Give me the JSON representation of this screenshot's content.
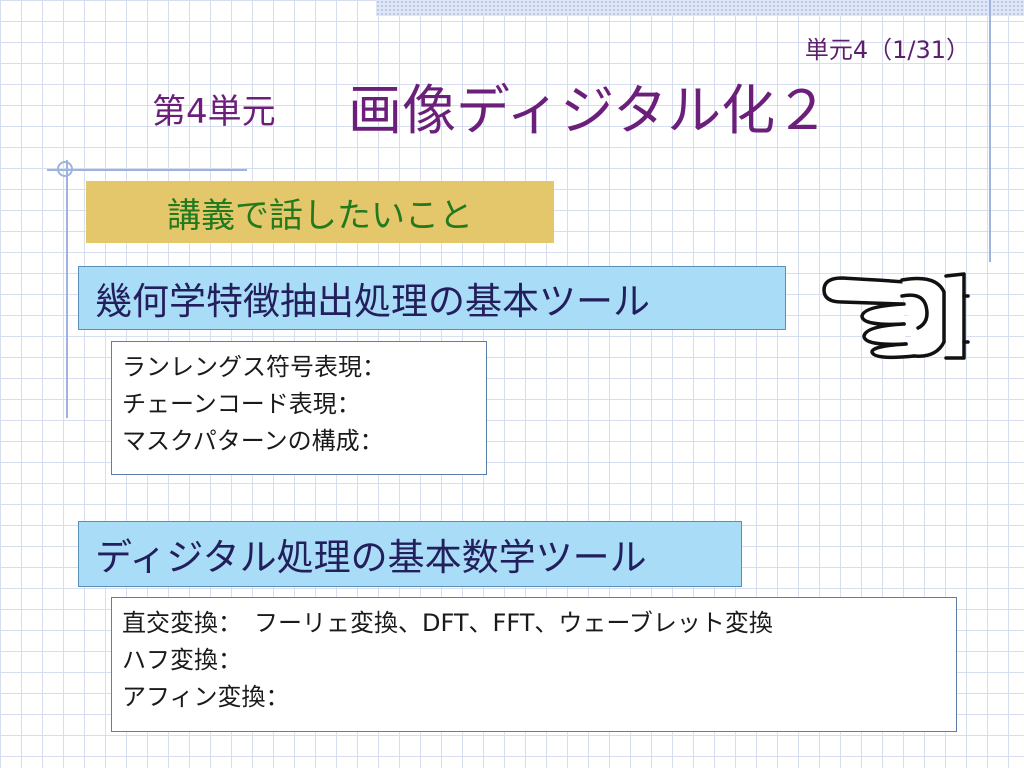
{
  "slide": {
    "page_number": "単元4（1/31）",
    "unit_label": "第4単元",
    "title": "画像ディジタル化２",
    "lecture_label": "講義で話したいこと"
  },
  "sections": [
    {
      "header": "幾何学特徴抽出処理の基本ツール",
      "items": [
        "ランレングス符号表現：",
        "チェーンコード表現：",
        "マスクパターンの構成："
      ]
    },
    {
      "header": "ディジタル処理の基本数学ツール",
      "items": [
        "直交変換：　フーリェ変換、DFT、FFT、ウェーブレット変換",
        "ハフ変換：",
        "アフィン変換："
      ]
    }
  ],
  "icons": {
    "pointer": "pointing-hand-icon"
  },
  "colors": {
    "title": "#6b1f7a",
    "lecture_bg": "#e5c76b",
    "lecture_text": "#237a1e",
    "header_bg": "#a9dcf7",
    "header_text": "#231f5c",
    "grid": "#d7def0"
  }
}
